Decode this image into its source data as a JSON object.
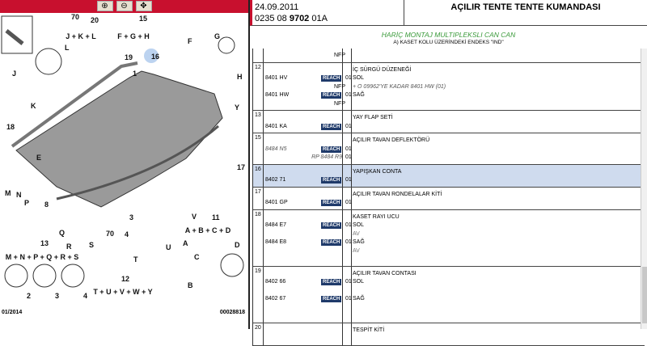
{
  "toolbar": {
    "zoom_in": "⊕",
    "zoom_out": "⊖",
    "pan": "✥"
  },
  "diagram": {
    "labels": [
      "70",
      "20",
      "J + K + L",
      "15",
      "F + G + H",
      "19",
      "16",
      "L",
      "J",
      "K",
      "F",
      "G",
      "H",
      "18",
      "E",
      "Y",
      "17",
      "M",
      "N",
      "P",
      "8",
      "Q",
      "R",
      "S",
      "3",
      "4",
      "V",
      "70",
      "U",
      "T",
      "11",
      "A + B + C + D",
      "13",
      "M + N + P + Q + R + S",
      "12",
      "T + U + V + W + Y",
      "A",
      "B",
      "C",
      "D",
      "2",
      "3",
      "4",
      "1"
    ],
    "footer_left": "01/2014",
    "footer_right": "00028818",
    "highlight_color": "#bcd3f0"
  },
  "header": {
    "date": "24.09.2011",
    "code_pre": "0235 08 ",
    "code_bold": "9702",
    "code_post": " 01A",
    "title": "AÇILIR TENTE TENTE KUMANDASI"
  },
  "subtitle": {
    "line1": "HARİÇ MONTAJ MULTIPLEKSLI CAN CAN",
    "line2": "A) KASET KOLU ÜZERİNDEKİ ENDEKS \"IND\""
  },
  "reach_label": "REACH",
  "rows": [
    {
      "num": "",
      "lines": [
        {
          "nfp": "NFP"
        }
      ]
    },
    {
      "num": "12",
      "lines": [
        {
          "desc": "İÇ SÜRGÜ DÜZENEĞİ"
        },
        {
          "ref": "8401 HV",
          "reach": true,
          "qty": "01",
          "desc": "SOL"
        },
        {
          "nfp": "NFP",
          "desc": "+ O 09962'YE KADAR 8401 HW (01)",
          "italic": true
        },
        {
          "ref": "8401 HW",
          "reach": true,
          "qty": "01",
          "desc": "SAĞ"
        },
        {
          "nfp": "NFP"
        }
      ]
    },
    {
      "num": "13",
      "lines": [
        {
          "desc": "YAY FLAP SETİ"
        },
        {
          "ref": "8401 KA",
          "reach": true,
          "qty": "01"
        }
      ]
    },
    {
      "num": "15",
      "lines": [
        {
          "desc": "AÇILIR TAVAN DEFLEKTÖRÜ"
        },
        {
          "ref": "8484 N5",
          "refItalic": true,
          "reach": true,
          "qty": "01"
        },
        {
          "nfp": "RP 8484 R9",
          "qty": "01",
          "nfpItalic": true
        }
      ]
    },
    {
      "num": "16",
      "hl": true,
      "lines": [
        {
          "desc": "YAPIŞKAN CONTA"
        },
        {
          "ref": "8402 71",
          "reach": true,
          "qty": "01"
        }
      ]
    },
    {
      "num": "17",
      "lines": [
        {
          "desc": "AÇILIR TAVAN RONDELALAR KİTİ"
        },
        {
          "ref": "8401 GP",
          "reach": true,
          "qty": "01"
        }
      ]
    },
    {
      "num": "18",
      "lines": [
        {
          "desc": "KASET RAYI UCU"
        },
        {
          "ref": "8484 E7",
          "reach": true,
          "qty": "01",
          "desc": "SOL"
        },
        {
          "desc": "AV",
          "gray": true
        },
        {
          "ref": "8484 E8",
          "reach": true,
          "qty": "01",
          "desc": "SAĞ"
        },
        {
          "desc": "AV",
          "gray": true
        },
        {}
      ]
    },
    {
      "num": "19",
      "lines": [
        {
          "desc": "AÇILIR TAVAN CONTASI"
        },
        {
          "ref": "8402 66",
          "reach": true,
          "qty": "01",
          "desc": "SOL"
        },
        {},
        {
          "ref": "8402 67",
          "reach": true,
          "qty": "01",
          "desc": "SAĞ"
        },
        {},
        {}
      ]
    },
    {
      "num": "20",
      "lines": [
        {
          "desc": "TESPİT KİTİ"
        },
        {}
      ]
    }
  ]
}
